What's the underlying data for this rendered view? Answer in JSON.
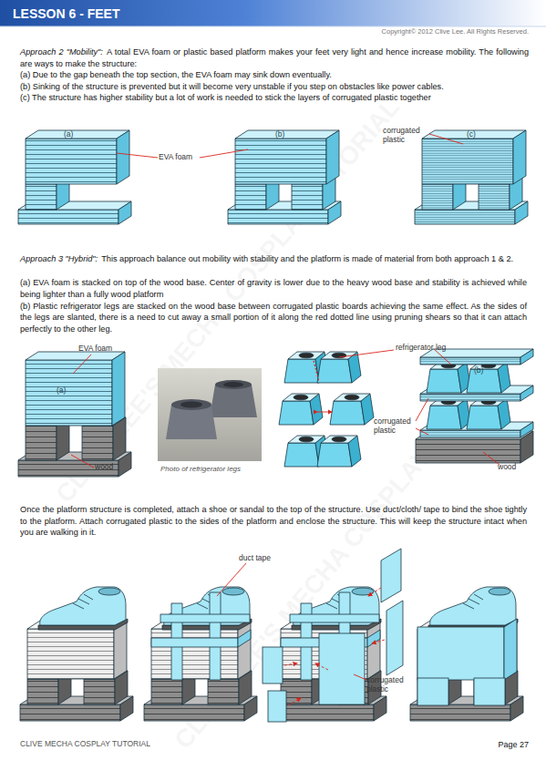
{
  "diagram": {
    "title": "LESSON 6 - FEET",
    "labels": [
      "Copyright© 2012 Clive Lee. All Rights Reserved.",
      "Approach 2 \"Mobility\":",
      "A total EVA foam or plastic based platform makes your feet very light and hence increase mobility. The following are ways to make the structure:",
      "(a) Due to the gap beneath the top section, the EVA foam may sink down eventually.",
      "(b) Sinking of the structure is prevented but it will become very unstable if you step on obstacles like power cables.",
      "(c) The structure has higher stability but a lot of work is needed to stick the layers of corrugated plastic together",
      "(a)",
      "EVA foam",
      "(b)",
      "corrugated plastic",
      "(c)",
      "Approach 3 \"Hybrid\":",
      "This approach balance out mobility with stability and the platform is made of material from both approach 1 & 2.",
      "(a) EVA foam is stacked on top of the wood base.  Center of gravity is lower due to the heavy wood base and stability is achieved while being lighter than a fully wood platform",
      "(b) Plastic refrigerator legs are stacked on the wood base between corrugated plastic boards achieving the same effect.  As the sides of the legs are slanted, there is a need to cut away a small portion of it along the red dotted line using pruning shears so that it can attach perfectly to the other leg.",
      "EVA foam",
      "(a)",
      "wood",
      "Photo of refrigerator legs",
      "refrigerator leg",
      "(b)",
      "corrugated plastic",
      "wood",
      "Once the platform structure is completed, attach a shoe or sandal to the top of the structure.  Use duct/cloth/ tape to bind the shoe tightly to the platform. Attach corrugated plastic to the sides of the platform and enclose the structure.  This will keep the structure intact when you are walking in it.",
      "duct tape",
      "corrugated plastic",
      "CLIVE MECHA COSPLAY TUTORIAL",
      "Page 27",
      "CLIVE LEE'S MECHA COSPLAY TUTORIAL",
      "CLIVE LEE'S MECHA COSPLAY TUTORIAL"
    ]
  }
}
